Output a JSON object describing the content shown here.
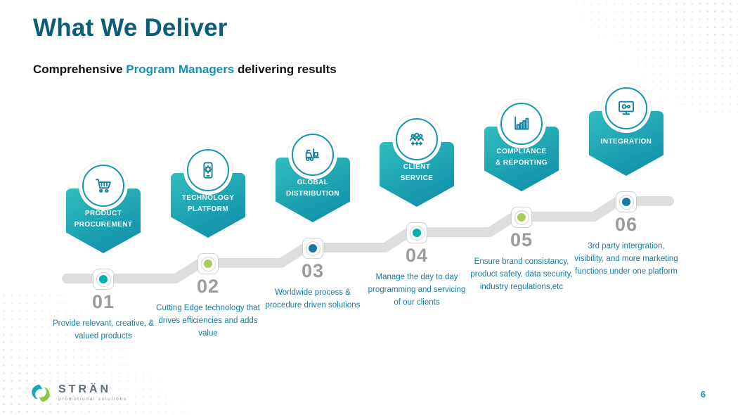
{
  "slide": {
    "title": "What We Deliver",
    "subtitle_prefix": "Comprehensive ",
    "subtitle_highlight": "Program Managers",
    "subtitle_suffix": " delivering results",
    "page_number": "6"
  },
  "logo": {
    "name": "STRÄN",
    "tagline": "promotional solutions"
  },
  "colors": {
    "title": "#0d5c78",
    "accent": "#1691b5",
    "desc_text": "#157ca3",
    "number_gray": "#9c9c9c",
    "path_gray": "#dedede",
    "banner_top": "#31bdbd",
    "banner_bottom": "#0d8ba8",
    "dot_teal": "#00b2af",
    "dot_green": "#a6ce5a",
    "dot_blue": "#1578a5",
    "logo_teal": "#18a7bd",
    "logo_green": "#8dc63f"
  },
  "steps": [
    {
      "number": "01",
      "label": "PRODUCT PROCUREMENT",
      "icon": "shopping-cart-icon",
      "dot_color": "#00b2af",
      "description": "Provide relevant, creative, & valued products"
    },
    {
      "number": "02",
      "label": "TECHNOLOGY PLATFORM",
      "icon": "phone-gear-icon",
      "dot_color": "#a6ce5a",
      "description": "Cutting Edge technology that drives efficiencies and adds value"
    },
    {
      "number": "03",
      "label": "GLOBAL DISTRIBUTION",
      "icon": "forklift-icon",
      "dot_color": "#1578a5",
      "description": "Worldwide process & procedure driven solutions"
    },
    {
      "number": "04",
      "label": "CLIENT SERVICE",
      "icon": "clients-icon",
      "dot_color": "#00b2af",
      "description": "Manage the day to day programming and servicing of our clients"
    },
    {
      "number": "05",
      "label": "COMPLIANCE & REPORTING",
      "icon": "growth-chart-icon",
      "dot_color": "#a6ce5a",
      "description": "Ensure brand consistancy, product safety, data security, industry regulations,etc"
    },
    {
      "number": "06",
      "label": "INTEGRATION",
      "icon": "integration-monitor-icon",
      "dot_color": "#1578a5",
      "description": "3rd party intergration, visibility, and more marketing functions under one platform"
    }
  ]
}
